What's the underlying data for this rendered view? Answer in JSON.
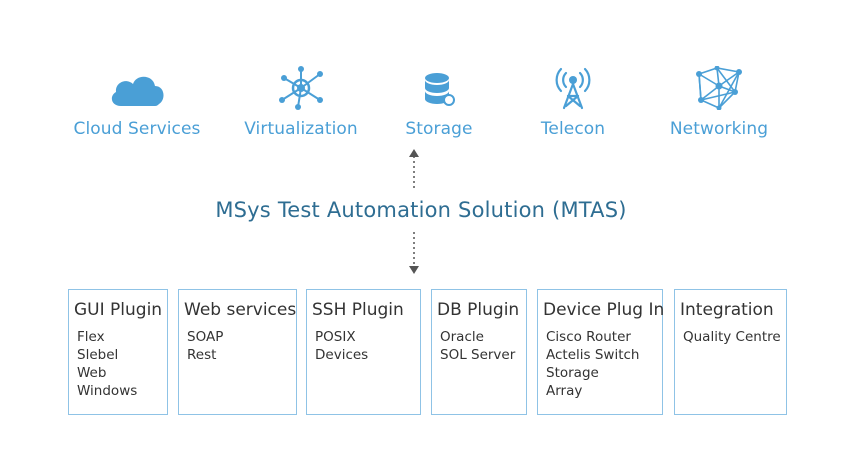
{
  "domains": [
    {
      "label": "Cloud Services",
      "icon": "cloud-icon"
    },
    {
      "label": "Virtualization",
      "icon": "virtualization-hub-icon"
    },
    {
      "label": "Storage",
      "icon": "storage-database-icon"
    },
    {
      "label": "Telecon",
      "icon": "telecom-tower-icon"
    },
    {
      "label": "Networking",
      "icon": "network-mesh-icon"
    }
  ],
  "title": "MSys Test Automation Solution (MTAS)",
  "plugins": [
    {
      "title": "GUI Plugin",
      "items": [
        "Flex",
        "Slebel",
        "Web",
        "Windows"
      ]
    },
    {
      "title": "Web services",
      "items": [
        "SOAP",
        "Rest"
      ]
    },
    {
      "title": "SSH Plugin",
      "items": [
        "POSIX",
        "Devices"
      ]
    },
    {
      "title": "DB Plugin",
      "items": [
        "Oracle",
        "SOL Server"
      ]
    },
    {
      "title": "Device Plug In",
      "items": [
        "Cisco Router",
        "Actelis Switch",
        "Storage",
        "Array"
      ]
    },
    {
      "title": "Integration",
      "items": [
        "Quality Centre"
      ]
    }
  ],
  "colors": {
    "accent": "#4a9fd6",
    "title": "#2e6d92",
    "box_border": "#8fc3e6",
    "text": "#333333"
  }
}
